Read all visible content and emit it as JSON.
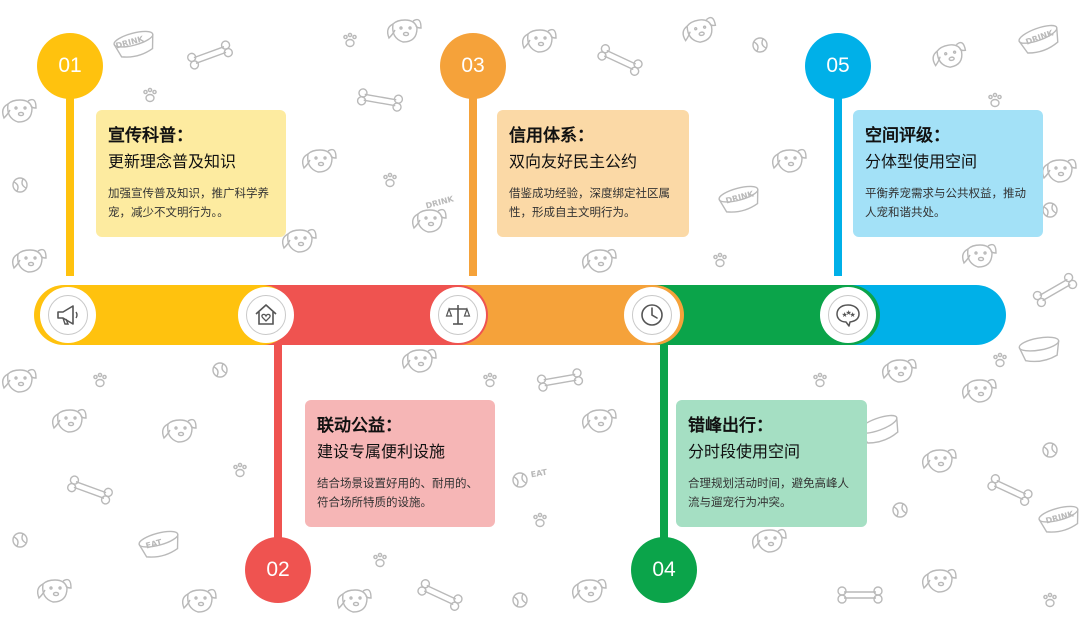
{
  "steps": [
    {
      "num": "01",
      "title": "宣传科普：",
      "subtitle": "更新理念普及知识",
      "desc": "加强宣传普及知识，推广科学养宠，减少不文明行为。。",
      "color": "#FFC20E",
      "card_color": "#FDEBA0",
      "icon": "megaphone-icon"
    },
    {
      "num": "02",
      "title": "联动公益：",
      "subtitle": "建设专属便利设施",
      "desc": "结合场景设置好用的、耐用的、符合场所特质的设施。",
      "color": "#EF5350",
      "card_color": "#F6B6B6",
      "icon": "house-heart-icon"
    },
    {
      "num": "03",
      "title": "信用体系：",
      "subtitle": "双向友好民主公约",
      "desc": "借鉴成功经验，深度绑定社区属性，形成自主文明行为。",
      "color": "#F5A23A",
      "card_color": "#FBD9A6",
      "icon": "scales-icon"
    },
    {
      "num": "04",
      "title": "错峰出行：",
      "subtitle": "分时段使用空间",
      "desc": "合理规划活动时间，避免高峰人流与遛宠行为冲突。",
      "color": "#0BA44A",
      "card_color": "#A5DFC3",
      "icon": "clock-icon"
    },
    {
      "num": "05",
      "title": "空间评级：",
      "subtitle": "分体型使用空间",
      "desc": "平衡养宠需求与公共权益，推动人宠和谐共处。",
      "color": "#00B0E8",
      "card_color": "#A3E1F7",
      "icon": "stars-bubble-icon"
    }
  ],
  "background": {
    "pattern_words": [
      "DRINK",
      "EAT"
    ],
    "pattern_icons": [
      "dog-face-icon",
      "bone-icon",
      "paw-icon",
      "ball-icon",
      "bowl-icon"
    ]
  }
}
